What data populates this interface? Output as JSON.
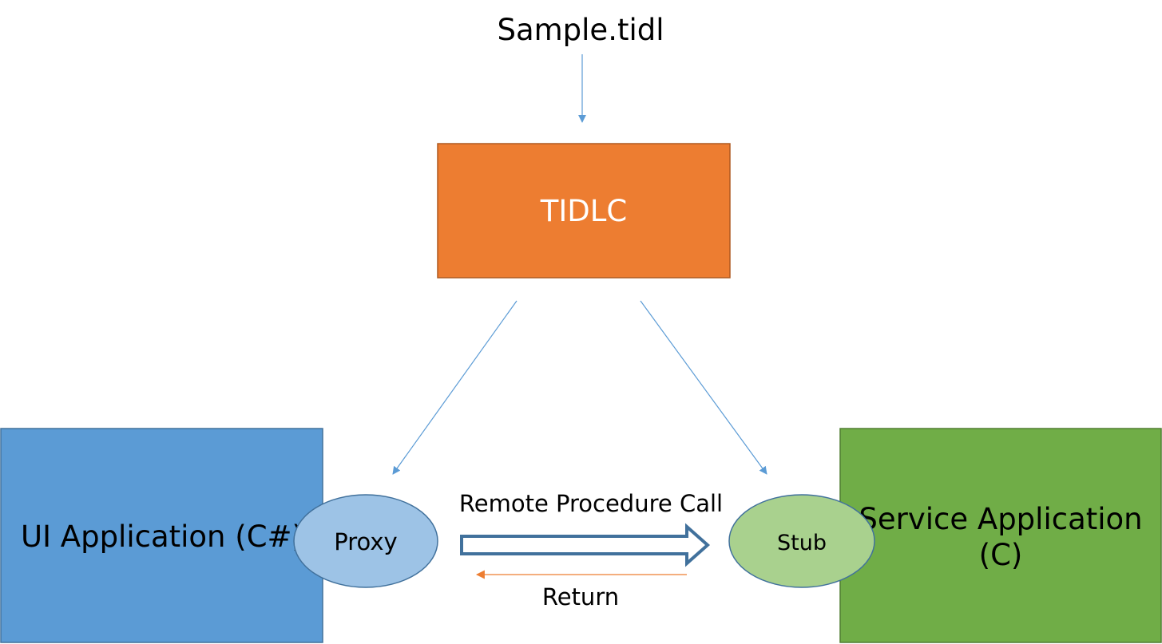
{
  "source_file": {
    "label": "Sample.tidl"
  },
  "compiler": {
    "label": "TIDLC"
  },
  "ui_app": {
    "label": "UI Application (C#)"
  },
  "proxy": {
    "label": "Proxy"
  },
  "service_app": {
    "label_line1": "Service Application",
    "label_line2": "(C)"
  },
  "stub": {
    "label": "Stub"
  },
  "rpc": {
    "label": "Remote Procedure Call"
  },
  "return_call": {
    "label": "Return"
  },
  "colors": {
    "compiler_fill": "#ED7D31",
    "compiler_stroke": "#AE5A21",
    "ui_fill": "#5B9BD5",
    "ui_stroke": "#41719C",
    "service_fill": "#70AD47",
    "service_stroke": "#507E32",
    "proxy_fill": "#9DC3E6",
    "stub_fill": "#A9D18E",
    "thin_arrow": "#5B9BD5",
    "rpc_arrow": "#41719C",
    "return_arrow": "#ED7D31"
  }
}
